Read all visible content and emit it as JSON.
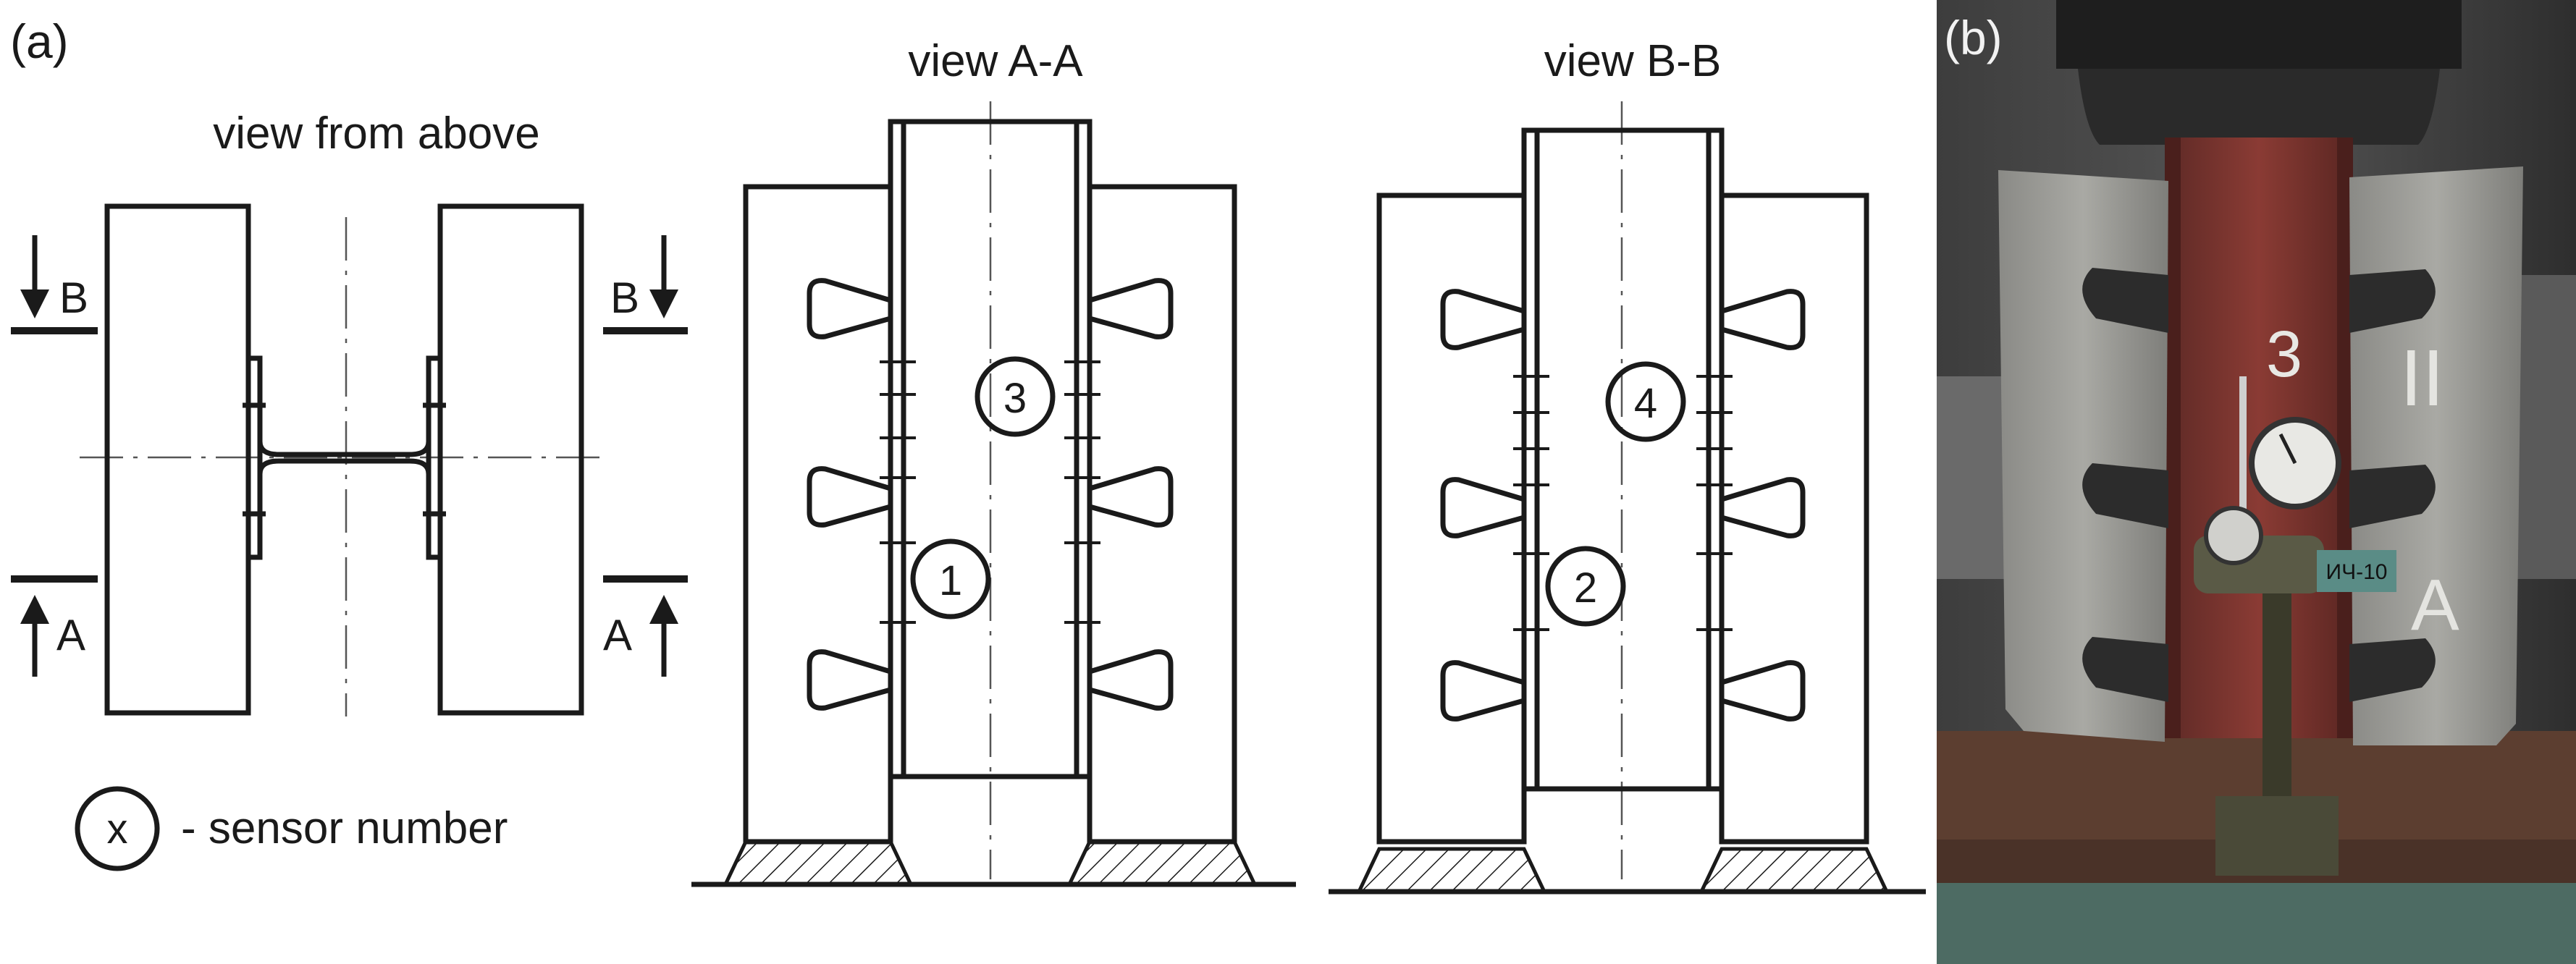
{
  "panel_a": {
    "label": "(a)",
    "view_above": {
      "title": "view from above",
      "section_b_left": "B",
      "section_b_right": "B",
      "section_a_left": "A",
      "section_a_right": "A"
    },
    "view_aa": {
      "title": "view A-A",
      "sensor_top": "3",
      "sensor_bottom": "1"
    },
    "view_bb": {
      "title": "view B-B",
      "sensor_top": "4",
      "sensor_bottom": "2"
    },
    "legend": {
      "symbol": "x",
      "text": "- sensor number"
    }
  },
  "panel_b": {
    "label": "(b)",
    "chalk_number": "3",
    "chalk_roman": "II",
    "chalk_letter": "A",
    "gauge_label": "ИЧ-10"
  },
  "colors": {
    "line": "#1a1a1a",
    "steel_profile": "#7a3530",
    "concrete": "#9c9c98",
    "press": "#2a2a2a",
    "table": "#6d4a3a"
  }
}
